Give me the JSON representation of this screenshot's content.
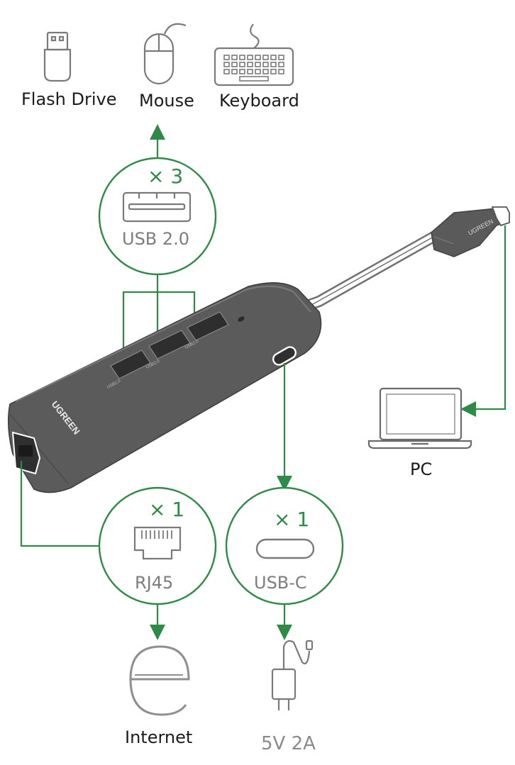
{
  "devices": {
    "flash_drive": "Flash Drive",
    "mouse": "Mouse",
    "keyboard": "Keyboard",
    "pc": "PC",
    "internet": "Internet",
    "power": "5V 2A"
  },
  "ports": {
    "usb": {
      "count": "× 3",
      "label": "USB 2.0"
    },
    "rj45": {
      "count": "× 1",
      "label": "RJ45"
    },
    "usbc": {
      "count": "× 1",
      "label": "USB-C"
    }
  },
  "hub": {
    "brand": "UGREEN",
    "cable_brand": "UGREEN",
    "port_marks": [
      "USB2.0",
      "USB2.0",
      "USB2.0"
    ]
  },
  "colors": {
    "accent": "#2f8a48",
    "outline": "#7a7a7a",
    "body": "#555555"
  }
}
